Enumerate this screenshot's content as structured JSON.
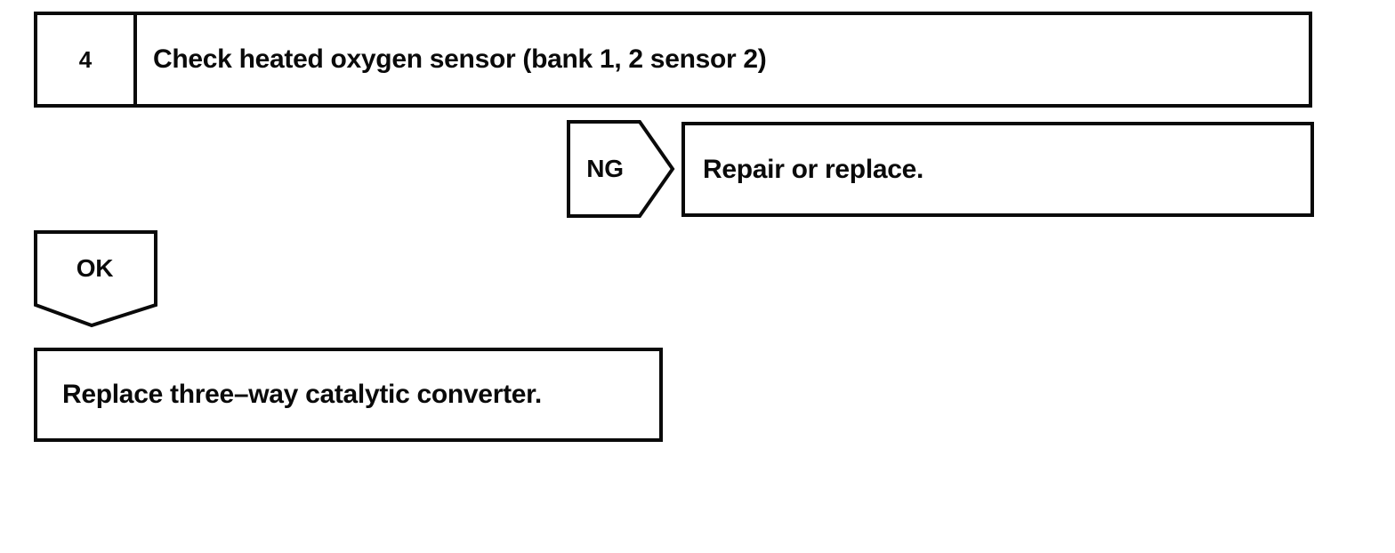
{
  "flowchart": {
    "step": {
      "number": "4",
      "title": "Check heated oxygen sensor (bank 1, 2 sensor 2)"
    },
    "ng_branch": {
      "connector_label": "NG",
      "action": "Repair or replace."
    },
    "ok_branch": {
      "connector_label": "OK",
      "action": "Replace three–way catalytic converter."
    },
    "colors": {
      "line": "#0a0a0a",
      "background": "#ffffff"
    }
  }
}
